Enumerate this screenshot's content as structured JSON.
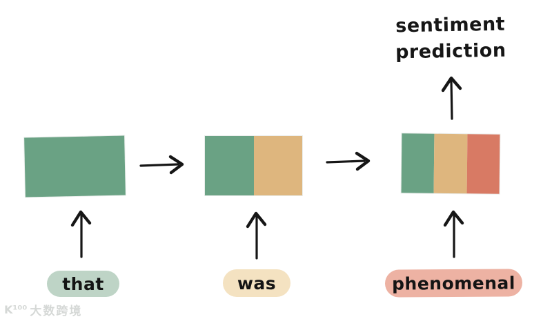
{
  "diagram": {
    "output_label": {
      "line1": "sentiment",
      "line2": "prediction"
    },
    "blocks": [
      {
        "name": "hidden-state-1",
        "segments": [
          "#6aa284"
        ]
      },
      {
        "name": "hidden-state-2",
        "segments": [
          "#6aa284",
          "#deb67e"
        ]
      },
      {
        "name": "hidden-state-3",
        "segments": [
          "#6aa284",
          "#deb67e",
          "#d87a64"
        ]
      }
    ],
    "tokens": [
      {
        "label": "that",
        "pill_color": "#bed4c6"
      },
      {
        "label": "was",
        "pill_color": "#f4e2c1"
      },
      {
        "label": "phenomenal",
        "pill_color": "#edb2a3"
      }
    ],
    "colors": {
      "green": "#6aa284",
      "tan": "#deb67e",
      "salmon": "#d87a64",
      "ink": "#161616"
    }
  },
  "watermark": {
    "logo": "K¹⁰⁰",
    "text": "大数跨境"
  }
}
